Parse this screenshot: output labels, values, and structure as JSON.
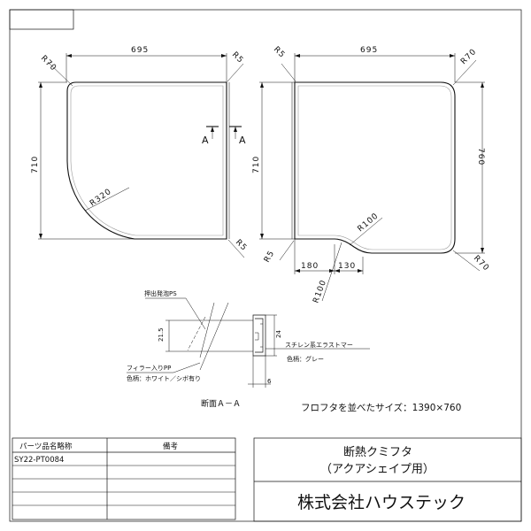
{
  "drawing": {
    "left_lid": {
      "width": "695",
      "height": "710",
      "corner_top_left": "R70",
      "corner_top_right": "R5",
      "corner_bottom_right": "R5",
      "curve": "R320"
    },
    "right_lid": {
      "width": "695",
      "height_left": "710",
      "height_right": "760",
      "corner_top_left": "R5",
      "corner_top_right": "R70",
      "corner_bottom_left": "R5",
      "corner_bottom_right": "R70",
      "step_upper": "R100",
      "step_lower": "R100",
      "step_left_width": "180",
      "step_right_width": "130"
    },
    "section_mark": "A",
    "section": {
      "label_top": "押出発泡PS",
      "height": "21.5",
      "overall": "24",
      "depth": "6",
      "material": "スチレン系エラストマー",
      "material_color": "色柄：グレー",
      "filler": "フィラー入りPP",
      "filler_color": "色柄：ホワイト／シボ有り",
      "caption": "断面Ａ－Ａ"
    },
    "size_note": "フロフタを並べたサイズ：1390×760"
  },
  "parts_table": {
    "header_name": "パーツ品名略称",
    "header_note": "備考",
    "rows": [
      "SY22-PT0084",
      "",
      "",
      "",
      ""
    ]
  },
  "title_block": {
    "product_line1": "断熱クミフタ",
    "product_line2": "（アクアシェイプ用）",
    "company": "株式会社ハウステック"
  }
}
